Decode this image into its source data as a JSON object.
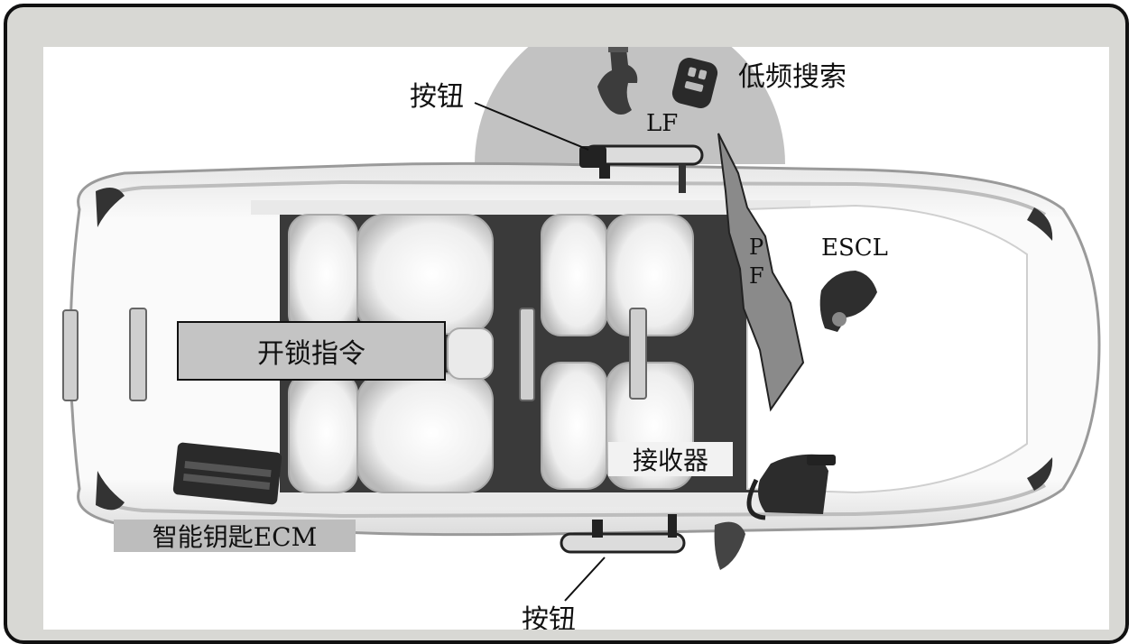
{
  "labels": {
    "button_top": "按钮",
    "button_bottom": "按钮",
    "lf_search": "低频搜索",
    "lf": "LF",
    "pf_p": "P",
    "pf_f": "F",
    "escl": "ESCL",
    "unlock_command": "开锁指令",
    "receiver": "接收器",
    "smart_key_ecm": "智能钥匙ECM"
  },
  "icons": {
    "hand": "hand-icon",
    "key_fob": "key-fob-icon",
    "escl": "steering-lock-icon",
    "ecm": "ecm-module-icon",
    "receiver": "receiver-module-icon",
    "door_handle": "door-handle-icon"
  },
  "colors": {
    "frame_bg": "#d8d8d4",
    "lf_field": "#c2c2c2",
    "pf_bolt": "#8a8a8a",
    "cabin_floor": "#3a3a3a",
    "label_box": "#c4c4c4"
  }
}
